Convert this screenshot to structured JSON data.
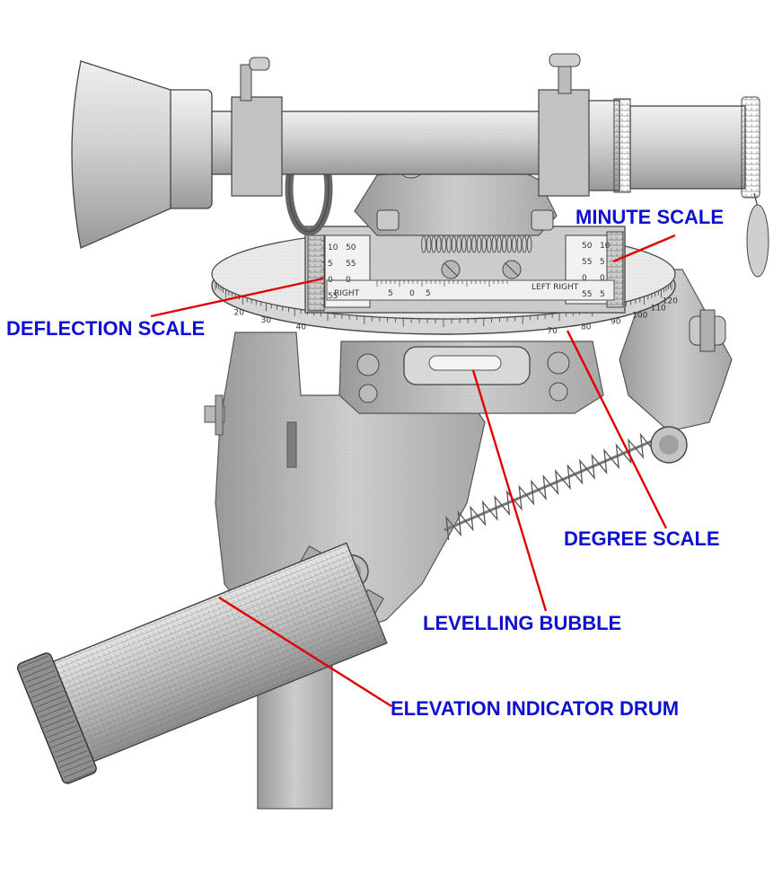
{
  "colors": {
    "label_text": "#1010d0",
    "leader_line": "#e00000",
    "metal_light": "#e6e6e6",
    "metal_mid": "#c4c4c4",
    "metal_dark": "#8a8a8a",
    "ink": "#3a3a3a"
  },
  "labels": {
    "minute_scale": "MINUTE SCALE",
    "deflection_scale": "DEFLECTION SCALE",
    "degree_scale": "DEGREE SCALE",
    "levelling_bubble": "LEVELLING BUBBLE",
    "elevation_drum": "ELEVATION INDICATOR DRUM"
  },
  "engraved": {
    "right": "RIGHT",
    "left": "LEFT",
    "left_right": "LEFT RIGHT",
    "deflection_ticks": [
      "10",
      "5",
      "0",
      "55"
    ],
    "deflection_ticks_b": [
      "50",
      "55",
      "0"
    ],
    "minute_ticks": [
      "50",
      "55",
      "0",
      "55"
    ],
    "minute_ticks_b": [
      "10",
      "5",
      "0",
      "5"
    ],
    "degree_ticks": [
      "20",
      "30",
      "40",
      "70",
      "80",
      "90",
      "100",
      "110",
      "120"
    ],
    "slide_ticks": [
      "5",
      "0",
      "5"
    ]
  }
}
